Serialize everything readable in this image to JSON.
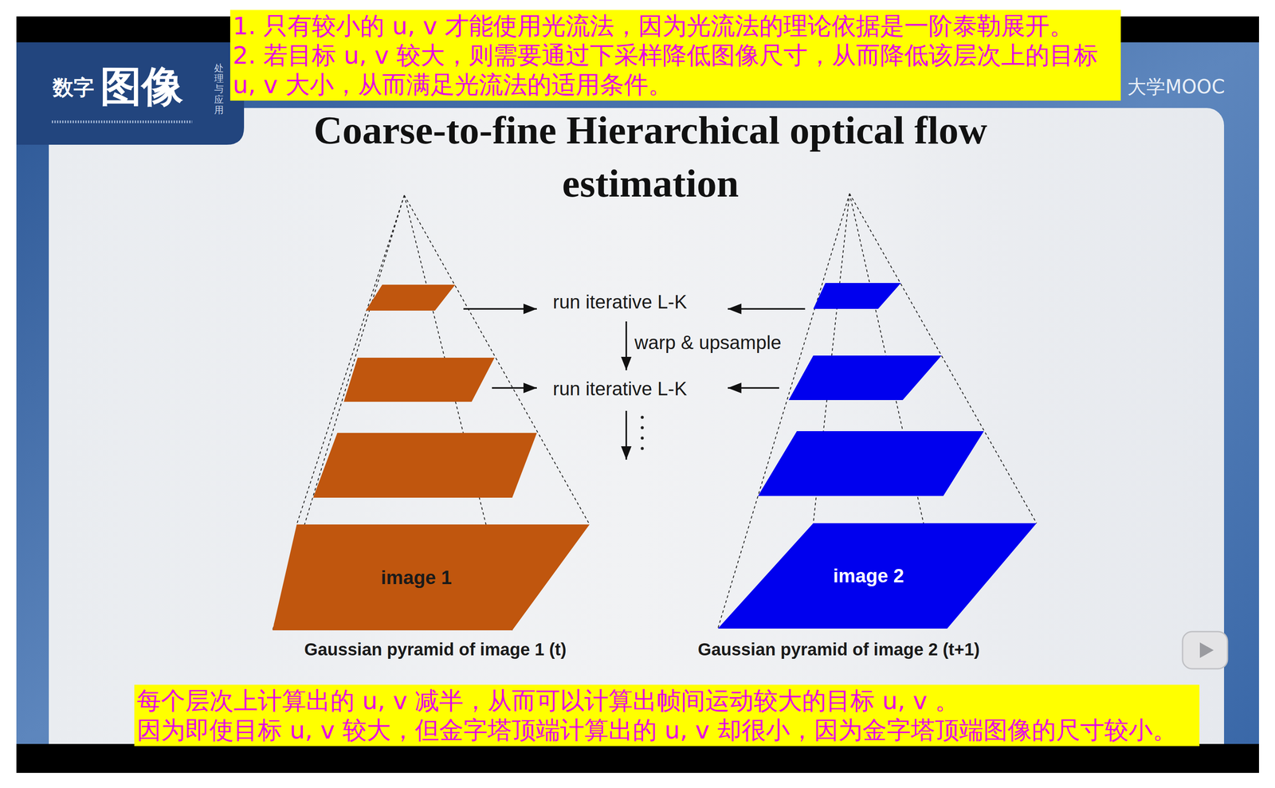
{
  "diagram": {
    "title": "Coarse-to-fine Hierarchical optical flow estimation",
    "nodes": [
      {
        "text": [
          "1. 只有较小的 u, v 才能使用光流法，因为光流法的理论依据是一阶泰勒展开。",
          "2. 若目标 u, v 较大，则需要通过下采样降低图像尺寸，从而降低该层次上的目标 u, v 大小，从而满足光流法的适用条件。"
        ]
      },
      {
        "text": [
          "image 1"
        ]
      },
      {
        "text": [
          "image 2"
        ]
      },
      {
        "text": [
          "每个层次上计算出的 u, v 减半，从而可以计算出帧间运动较大的目标 u, v 。",
          "因为即使目标 u, v 较大，但金字塔顶端计算出的 u, v 却很小，因为金字塔顶端图像的尺寸较小。"
        ]
      }
    ],
    "labels": [
      "数字",
      "图像",
      "处理与应用",
      "大学MOOC",
      "run iterative L-K",
      "warp & upsample",
      "run iterative L-K",
      "Gaussian pyramid of image 1 (t)",
      "Gaussian pyramid of image 2 (t+1)"
    ]
  }
}
